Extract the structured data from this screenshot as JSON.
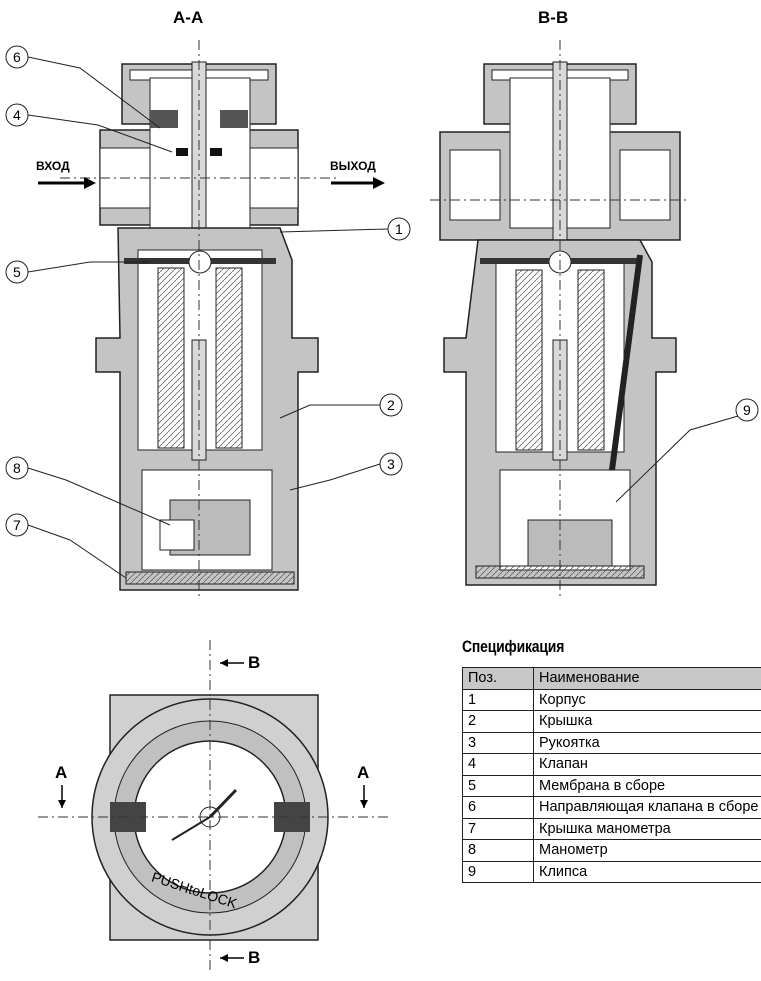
{
  "section_labels": {
    "aa": "A-A",
    "bb": "B-B"
  },
  "flow": {
    "inlet": "ВХОД",
    "outlet": "ВЫХОД"
  },
  "callouts": [
    "1",
    "2",
    "3",
    "4",
    "5",
    "6",
    "7",
    "8",
    "9"
  ],
  "top_view": {
    "section_a": "A",
    "section_b": "B",
    "knob_text": "PUSHtoLOCK"
  },
  "spec": {
    "title": "Спецификация",
    "headers": [
      "Поз.",
      "Наименование"
    ],
    "rows": [
      {
        "pos": "1",
        "name": "Корпус"
      },
      {
        "pos": "2",
        "name": "Крышка"
      },
      {
        "pos": "3",
        "name": "Рукоятка"
      },
      {
        "pos": "4",
        "name": "Клапан"
      },
      {
        "pos": "5",
        "name": "Мембрана в сборе"
      },
      {
        "pos": "6",
        "name": "Направляющая клапана в сборе"
      },
      {
        "pos": "7",
        "name": "Крышка манометра"
      },
      {
        "pos": "8",
        "name": "Манометр"
      },
      {
        "pos": "9",
        "name": "Клипса"
      }
    ]
  }
}
